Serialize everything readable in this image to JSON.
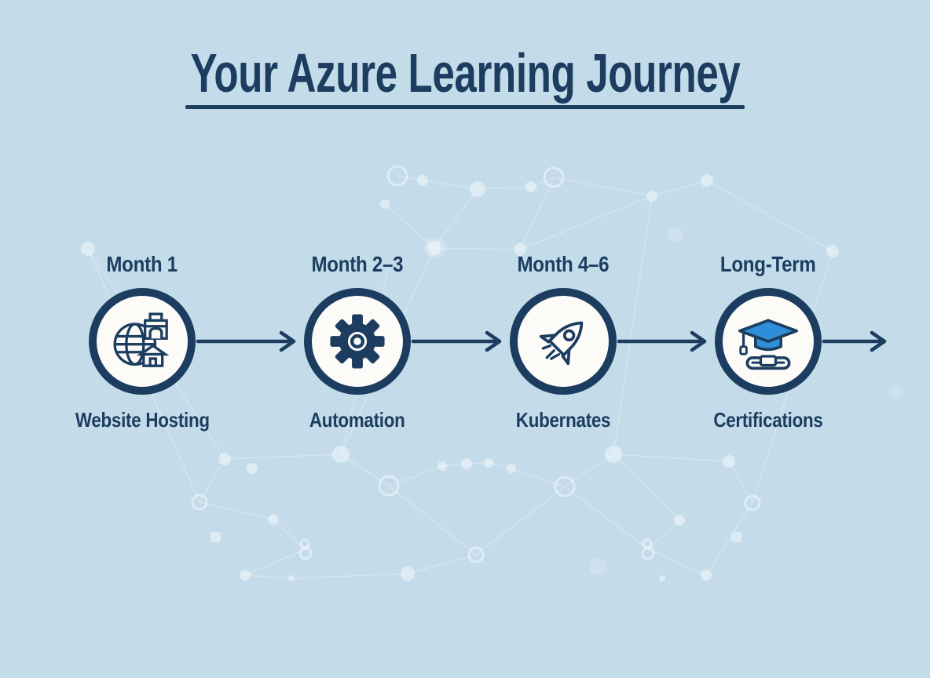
{
  "title": {
    "text": "Your Azure Learning Journey"
  },
  "milestones": [
    {
      "period": "Month 1",
      "label": "Website Hosting",
      "icon": "globe-hosting-icon"
    },
    {
      "period": "Month 2–3",
      "label": "Automation",
      "icon": "gear-icon"
    },
    {
      "period": "Month 4–6",
      "label": "Kubernates",
      "icon": "rocket-icon"
    },
    {
      "period": "Long-Term",
      "label": "Certifications",
      "icon": "graduation-cap-icon"
    }
  ],
  "colors": {
    "background": "#c4dcea",
    "navy": "#1c3d60",
    "circle_fill": "#fcfbf8",
    "cap_blue": "#2e8fd8",
    "pattern_white": "#ffffff"
  }
}
